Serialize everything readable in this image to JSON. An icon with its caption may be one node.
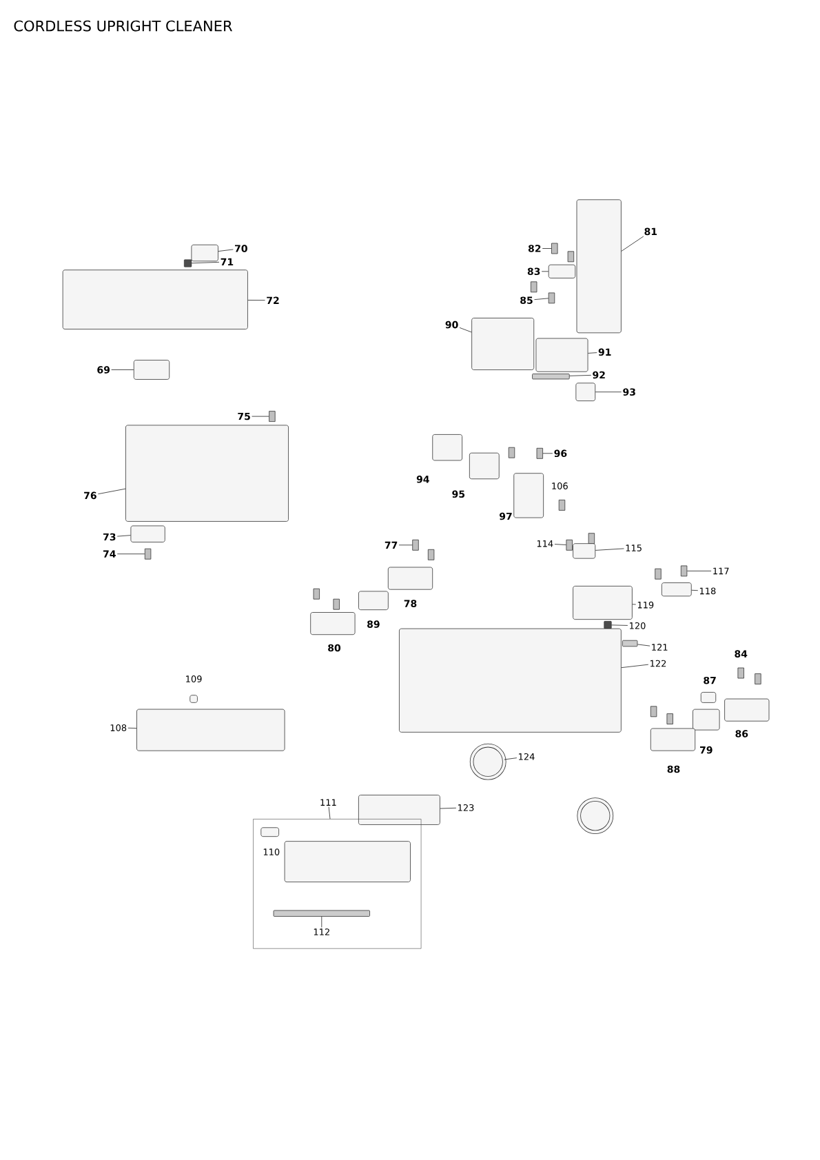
{
  "diagram": {
    "title": "CORDLESS UPRIGHT CLEANER",
    "nodes": [
      {
        "text": [
          "70"
        ]
      },
      {
        "text": [],
        "shape": "box"
      },
      {
        "text": [
          "71"
        ]
      },
      {
        "text": [],
        "shape": "box"
      },
      {
        "text": [
          "72"
        ]
      },
      {
        "text": [],
        "shape": "box"
      },
      {
        "text": [
          "69"
        ]
      },
      {
        "text": [],
        "shape": "box"
      },
      {
        "text": [
          "75"
        ]
      },
      {
        "text": [],
        "shape": "box"
      },
      {
        "text": [
          "76"
        ]
      },
      {
        "text": [],
        "shape": "box"
      },
      {
        "text": [
          "73"
        ]
      },
      {
        "text": [],
        "shape": "box"
      },
      {
        "text": [
          "74"
        ]
      },
      {
        "text": [],
        "shape": "box"
      },
      {
        "text": [
          "81"
        ]
      },
      {
        "text": [],
        "shape": "box"
      },
      {
        "text": [
          "82"
        ]
      },
      {
        "text": [],
        "shape": "box"
      },
      {
        "text": [
          "83"
        ]
      },
      {
        "text": [],
        "shape": "box"
      },
      {
        "text": [
          "85"
        ]
      },
      {
        "text": [],
        "shape": "box"
      },
      {
        "text": [
          "90"
        ]
      },
      {
        "text": [],
        "shape": "box"
      },
      {
        "text": [
          "91"
        ]
      },
      {
        "text": [],
        "shape": "box"
      },
      {
        "text": [
          "92"
        ]
      },
      {
        "text": [],
        "shape": "bar"
      },
      {
        "text": [
          "93"
        ]
      },
      {
        "text": [],
        "shape": "box"
      },
      {
        "text": [
          "96"
        ]
      },
      {
        "text": [],
        "shape": "box"
      },
      {
        "text": [
          "77"
        ]
      },
      {
        "text": [],
        "shape": "box"
      },
      {
        "text": [
          "114"
        ]
      },
      {
        "text": [],
        "shape": "box"
      },
      {
        "text": [
          "115"
        ]
      },
      {
        "text": [],
        "shape": "box"
      },
      {
        "text": [
          "117"
        ]
      },
      {
        "text": [],
        "shape": "box"
      },
      {
        "text": [
          "118"
        ]
      },
      {
        "text": [],
        "shape": "box"
      },
      {
        "text": [
          "119"
        ]
      },
      {
        "text": [],
        "shape": "box"
      },
      {
        "text": [
          "120"
        ]
      },
      {
        "text": [],
        "shape": "box"
      },
      {
        "text": [
          "121"
        ]
      },
      {
        "text": [],
        "shape": "bar"
      },
      {
        "text": [
          "122"
        ]
      },
      {
        "text": [],
        "shape": "box"
      },
      {
        "text": [
          "108"
        ]
      },
      {
        "text": [],
        "shape": "box"
      },
      {
        "text": [
          "124"
        ]
      },
      {
        "text": [],
        "shape": "circle"
      },
      {
        "text": [
          "123"
        ]
      },
      {
        "text": [],
        "shape": "box"
      },
      {
        "text": [
          "111"
        ]
      },
      {
        "text": [],
        "shape": "box"
      },
      {
        "text": [
          "112"
        ],
        "in": 59
      },
      {
        "text": [],
        "shape": "bar",
        "in": 59
      }
    ],
    "edges": [
      {
        "from": 0,
        "to": 1,
        "arrow": "none"
      },
      {
        "from": 2,
        "to": 3,
        "arrow": "none"
      },
      {
        "from": 4,
        "to": 5,
        "arrow": "none"
      },
      {
        "from": 6,
        "to": 7,
        "arrow": "none"
      },
      {
        "from": 8,
        "to": 9,
        "arrow": "none"
      },
      {
        "from": 10,
        "to": 11,
        "arrow": "none"
      },
      {
        "from": 12,
        "to": 13,
        "arrow": "none"
      },
      {
        "from": 14,
        "to": 15,
        "arrow": "none"
      },
      {
        "from": 16,
        "to": 17,
        "arrow": "none"
      },
      {
        "from": 18,
        "to": 19,
        "arrow": "none"
      },
      {
        "from": 20,
        "to": 21,
        "arrow": "none"
      },
      {
        "from": 22,
        "to": 23,
        "arrow": "none"
      },
      {
        "from": 24,
        "to": 25,
        "arrow": "none"
      },
      {
        "from": 26,
        "to": 27,
        "arrow": "none"
      },
      {
        "from": 28,
        "to": 29,
        "arrow": "none"
      },
      {
        "from": 30,
        "to": 31,
        "arrow": "none"
      },
      {
        "from": 32,
        "to": 33,
        "arrow": "none"
      },
      {
        "from": 34,
        "to": 35,
        "arrow": "none"
      },
      {
        "from": 36,
        "to": 37,
        "arrow": "none"
      },
      {
        "from": 38,
        "to": 39,
        "arrow": "none"
      },
      {
        "from": 40,
        "to": 41,
        "arrow": "none"
      },
      {
        "from": 42,
        "to": 43,
        "arrow": "none"
      },
      {
        "from": 44,
        "to": 45,
        "arrow": "none"
      },
      {
        "from": 46,
        "to": 47,
        "arrow": "none"
      },
      {
        "from": 48,
        "to": 49,
        "arrow": "none"
      },
      {
        "from": 50,
        "to": 51,
        "arrow": "none"
      },
      {
        "from": 52,
        "to": 53,
        "arrow": "none"
      },
      {
        "from": 54,
        "to": 55,
        "arrow": "none"
      },
      {
        "from": 56,
        "to": 57,
        "arrow": "none"
      },
      {
        "from": 58,
        "to": 59,
        "arrow": "none"
      },
      {
        "from": 60,
        "to": 61,
        "arrow": "none"
      }
    ],
    "labels": [
      "94",
      "95",
      "97",
      "106",
      "78",
      "89",
      "80",
      "84",
      "87",
      "86",
      "79",
      "88",
      "109",
      "110"
    ]
  }
}
